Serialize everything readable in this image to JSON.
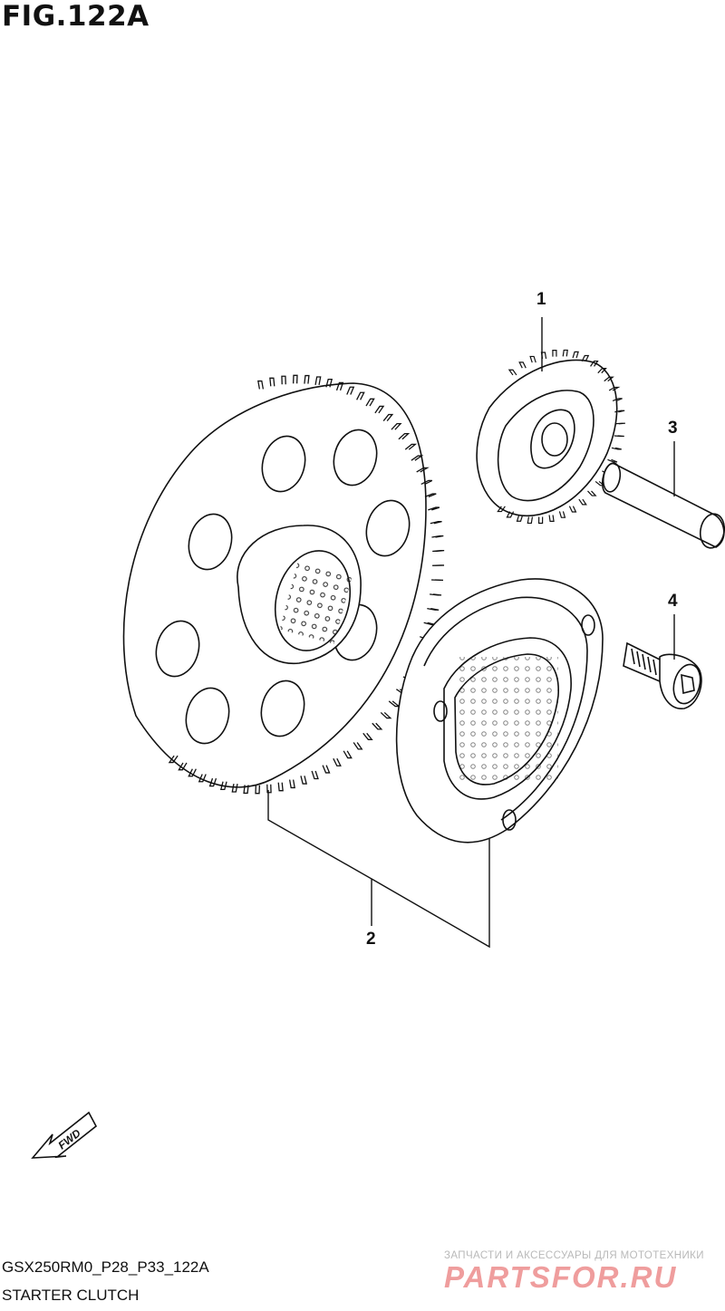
{
  "figure": {
    "title": "FIG.122A",
    "code": "GSX250RM0_P28_P33_122A",
    "name": "STARTER CLUTCH"
  },
  "callouts": [
    "1",
    "2",
    "3",
    "4"
  ],
  "fwd_label": "FWD",
  "watermark": {
    "subtitle": "ЗАПЧАСТИ И АКСЕССУАРЫ ДЛЯ МОТОТЕХНИКИ",
    "brand": "PARTSFOR.RU",
    "color": "#ef9d9d"
  },
  "colors": {
    "line": "#111111",
    "background": "#ffffff"
  }
}
